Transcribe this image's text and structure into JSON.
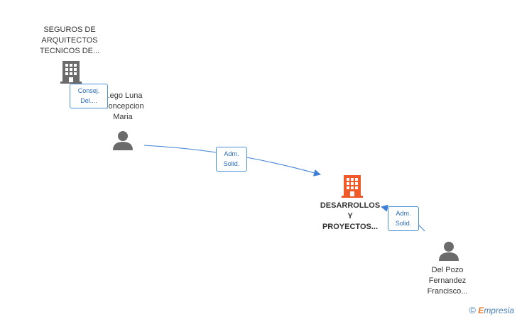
{
  "nodes": {
    "company_seguros": {
      "line1": "SEGUROS DE",
      "line2": "ARQUITECTOS",
      "line3": "TECNICOS DE..."
    },
    "person_luna": {
      "line1": "...ego Luna",
      "line2": "...oncepcion",
      "line3": "Maria"
    },
    "company_desarrollos": {
      "line1": "DESARROLLOS",
      "line2": "Y",
      "line3": "PROYECTOS..."
    },
    "person_delpozo": {
      "line1": "Del Pozo",
      "line2": "Fernandez",
      "line3": "Francisco..."
    }
  },
  "relations": {
    "consej": {
      "line1": "Consej.",
      "line2": "Del...."
    },
    "adm1": {
      "line1": "Adm.",
      "line2": "Solid."
    },
    "adm2": {
      "line1": "Adm.",
      "line2": "Solid."
    }
  },
  "colors": {
    "company_gray": "#6b6b6b",
    "company_orange": "#f05a28",
    "person_gray": "#6b6b6b",
    "link_blue": "#3d7fd6"
  },
  "brand": {
    "copyright": "©",
    "initial": "E",
    "rest": "mpresia"
  }
}
